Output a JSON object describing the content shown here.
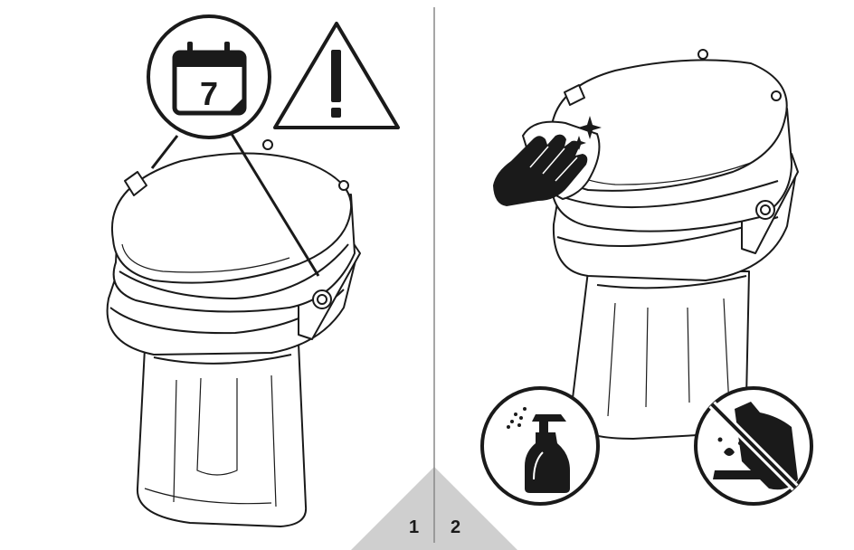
{
  "steps": [
    {
      "number": "1",
      "calendar_day": "7",
      "icons": [
        "calendar-icon",
        "warning-icon"
      ]
    },
    {
      "number": "2",
      "icons": [
        "wiping-hand-icon",
        "spray-bottle-icon",
        "no-corrosive-chemicals-icon"
      ]
    }
  ],
  "colors": {
    "line": "#1a1a1a",
    "footer": "#cfcfcf",
    "divider": "#888888"
  }
}
